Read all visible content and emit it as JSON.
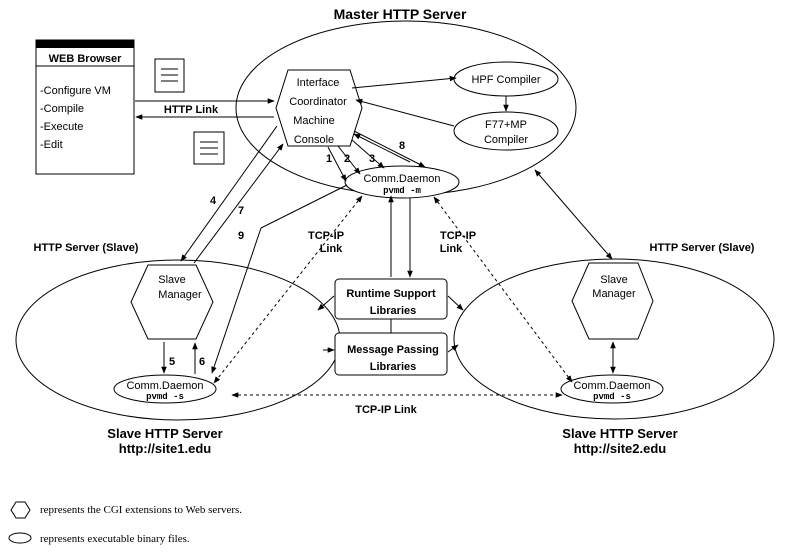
{
  "master": {
    "title": "Master HTTP  Server",
    "interface_coordinator": [
      "Interface",
      "Coordinator"
    ],
    "machine_console": [
      "Machine",
      "Console"
    ],
    "hpf_compiler": "HPF Compiler",
    "f77_compiler": [
      "F77+MP",
      "Compiler"
    ],
    "comm_daemon": "Comm.Daemon",
    "pvmd": "pvmd -m"
  },
  "browser": {
    "title": "WEB Browser",
    "items": [
      "Configure VM",
      "Compile",
      "Execute",
      "Edit"
    ]
  },
  "http_link": "HTTP Link",
  "slave_left": {
    "header": "HTTP Server (Slave)",
    "manager": [
      "Slave",
      "Manager"
    ],
    "comm_daemon": "Comm.Daemon",
    "pvmd": "pvmd -s",
    "title": "Slave HTTP Server",
    "url": "http://site1.edu"
  },
  "slave_right": {
    "header": "HTTP Server (Slave)",
    "manager": [
      "Slave",
      "Manager"
    ],
    "comm_daemon": "Comm.Daemon",
    "pvmd": "pvmd -s",
    "title": "Slave HTTP Server",
    "url": "http://site2.edu"
  },
  "tcp_link_left": [
    "TCP-IP",
    "Link"
  ],
  "tcp_link_right": [
    "TCP-IP",
    "Link"
  ],
  "tcp_link_bottom": "TCP-IP Link",
  "runtime_support": [
    "Runtime Support",
    "Libraries"
  ],
  "message_passing": [
    "Message Passing",
    "Libraries"
  ],
  "arrow_labels": [
    "1",
    "2",
    "3",
    "8",
    "4",
    "7",
    "9",
    "5",
    "6"
  ],
  "legend": {
    "hexagon": "represents the CGI extensions to Web servers.",
    "ellipse": "represents executable  binary files."
  }
}
